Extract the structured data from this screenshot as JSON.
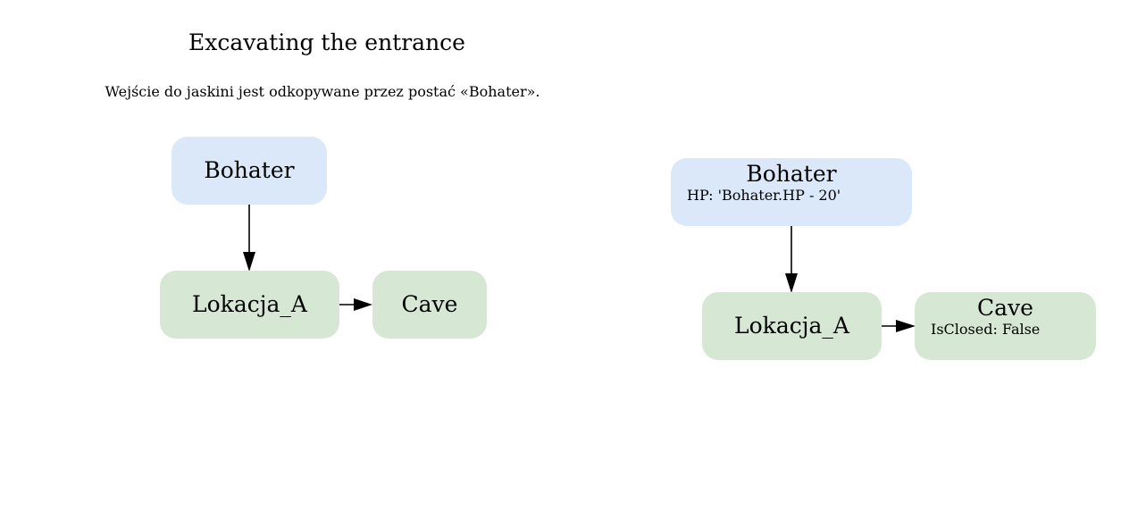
{
  "title": "Excavating the entrance",
  "description": "Wejście do jaskini jest odkopywane przez postać «Bohater».",
  "colors": {
    "character_node": "#dae8f9",
    "location_node": "#d6e8d4",
    "edge": "#000000"
  },
  "left_graph": {
    "character": {
      "label": "Bohater"
    },
    "location": {
      "label": "Lokacja_A"
    },
    "item": {
      "label": "Cave"
    }
  },
  "right_graph": {
    "character": {
      "label": "Bohater",
      "attribute": "HP: 'Bohater.HP - 20'"
    },
    "location": {
      "label": "Lokacja_A"
    },
    "item": {
      "label": "Cave",
      "attribute": "IsClosed: False"
    }
  }
}
